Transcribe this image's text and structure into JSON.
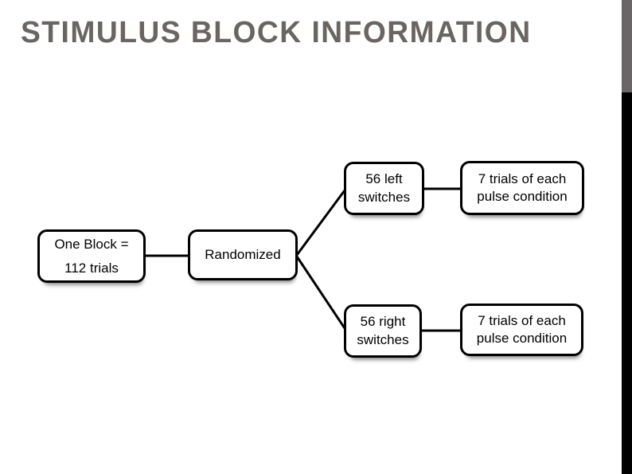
{
  "slide": {
    "title": "STIMULUS BLOCK INFORMATION"
  },
  "colors": {
    "title_gray": "#6a6563",
    "edge_bar_gray": "#6a6667",
    "edge_bar_black": "#000000",
    "box_border": "#000000",
    "box_fill": "#ffffff",
    "connector": "#000000"
  },
  "diagram": {
    "nodes": [
      {
        "id": "one-block",
        "lines": [
          "One Block =",
          "112 trials"
        ]
      },
      {
        "id": "randomized",
        "lines": [
          "Randomized"
        ]
      },
      {
        "id": "left-switches",
        "lines": [
          "56 left",
          "switches"
        ]
      },
      {
        "id": "pulse-top",
        "lines": [
          "7 trials of each",
          "pulse condition"
        ]
      },
      {
        "id": "right-switches",
        "lines": [
          "56 right",
          "switches"
        ]
      },
      {
        "id": "pulse-bottom",
        "lines": [
          "7 trials of each",
          "pulse condition"
        ]
      }
    ]
  }
}
